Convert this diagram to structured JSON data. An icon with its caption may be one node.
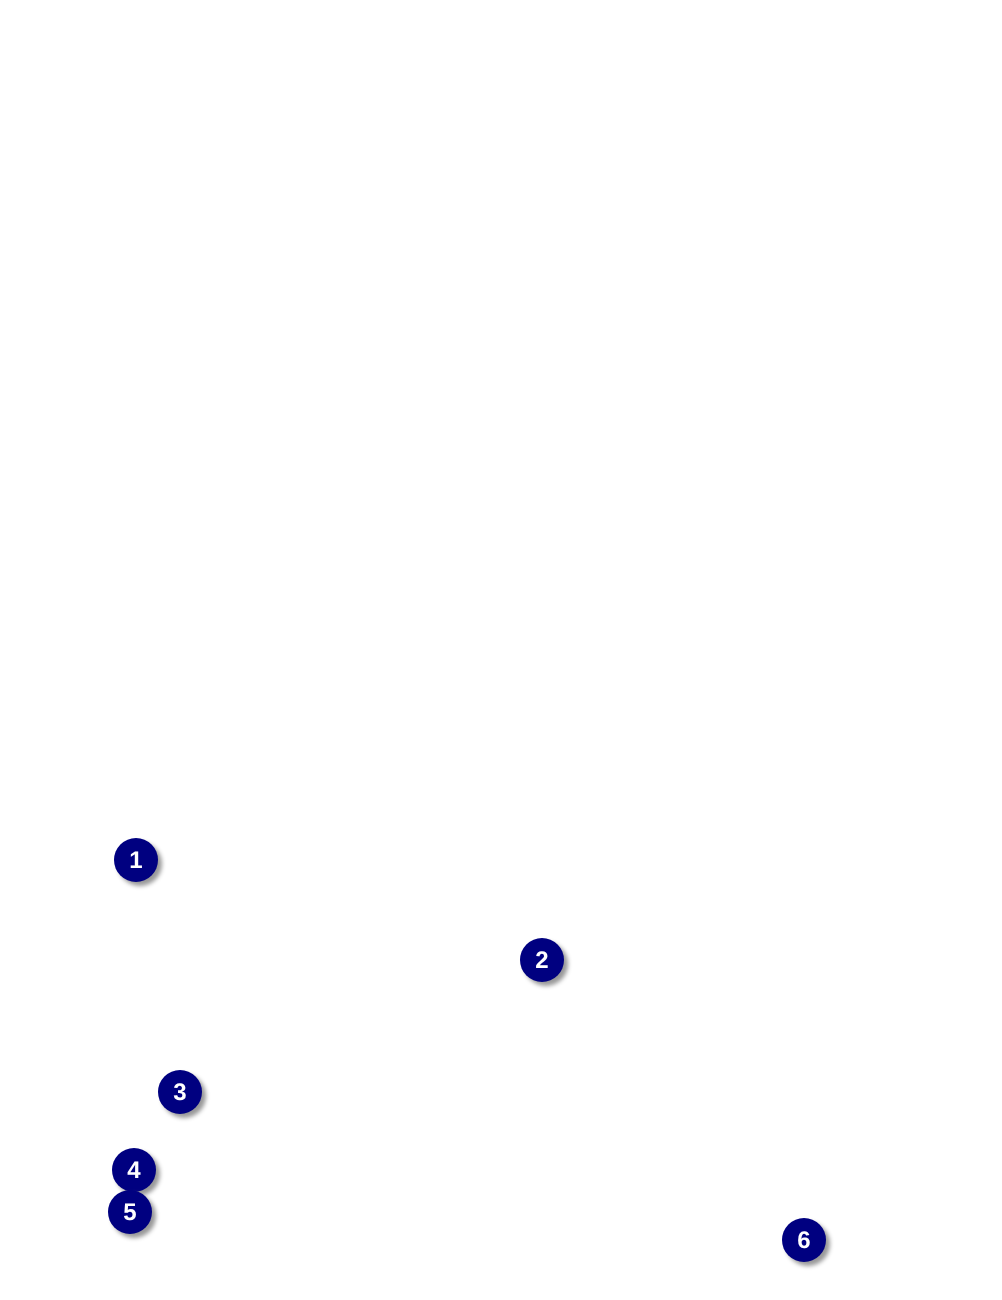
{
  "diagram": {
    "labels": [
      "1",
      "2",
      "3",
      "4",
      "5",
      "6"
    ]
  }
}
